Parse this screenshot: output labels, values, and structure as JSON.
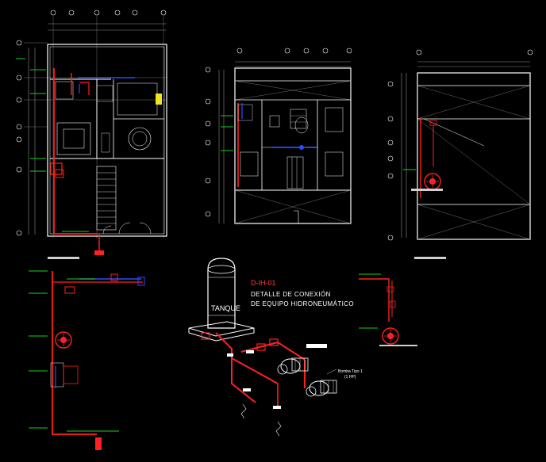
{
  "detail": {
    "code": "D-IH-01",
    "title_line1": "DETALLE DE CONEXIÓN",
    "title_line2": "DE EQUIPO HIDRONEUMÁTICO",
    "tank_label": "TANQUE",
    "pump_label_line1": "Bomba Tipo 1",
    "pump_label_line2": "(1 HP)"
  },
  "colors": {
    "background": "#000000",
    "lines": "#ffffff",
    "pipes": "#ff2020",
    "water": "#2a4dff",
    "annotations": "#19d119",
    "hatch": "#8c8c8c"
  }
}
